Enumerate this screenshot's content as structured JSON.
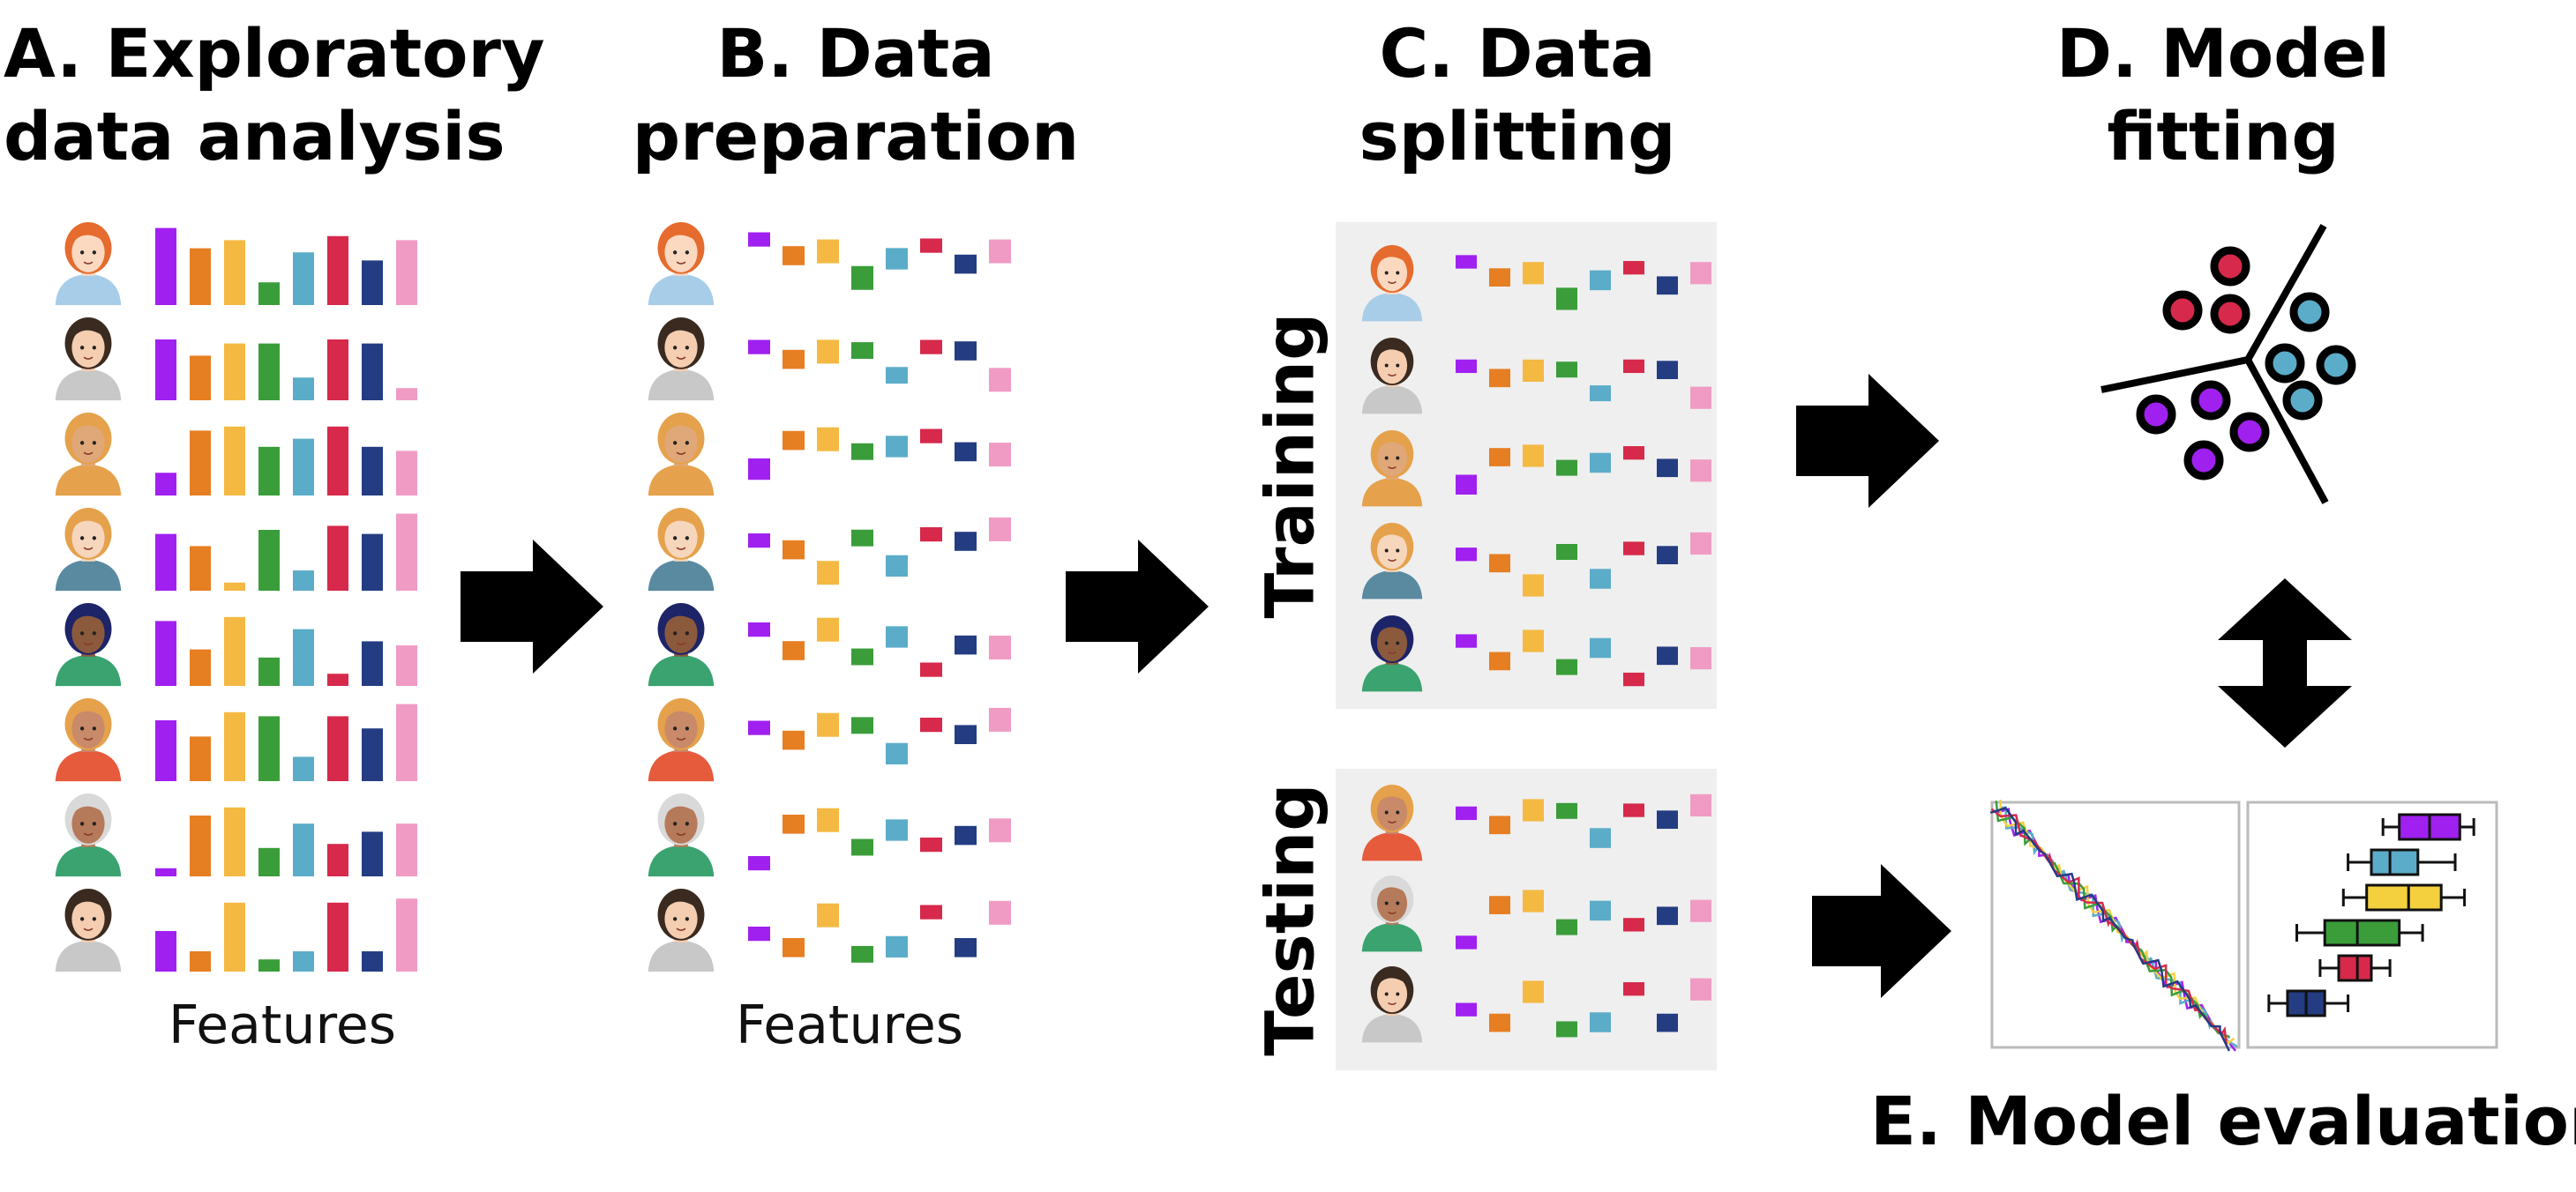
{
  "sections": {
    "a": {
      "line1": "A. Exploratory",
      "line2": "data analysis"
    },
    "b": {
      "line1": "B. Data",
      "line2": "preparation"
    },
    "c": {
      "line1": "C. Data",
      "line2": "splitting"
    },
    "d": {
      "line1": "D. Model",
      "line2": "fitting"
    },
    "e": {
      "label": "E. Model evaluation"
    }
  },
  "features_label": "Features",
  "split_labels": {
    "training": "Training",
    "testing": "Testing"
  },
  "colors": {
    "features": [
      "#a020f0",
      "#e67e22",
      "#f4b942",
      "#3a9d3a",
      "#5bacc8",
      "#d6294b",
      "#243c82",
      "#f09bc4"
    ],
    "panel_bg": "#efefef",
    "arrow": "#000000",
    "cluster_red": "#d6294b",
    "cluster_blue": "#5bacc8",
    "cluster_purple": "#a020f0"
  },
  "people": [
    {
      "name": "red-hair-girl",
      "hair": "#e56b2e",
      "skin": "#fbd9c0",
      "shirt": "#a8cde8"
    },
    {
      "name": "dark-curly-man",
      "hair": "#3a2a20",
      "skin": "#f5cdb0",
      "shirt": "#c8c8c8"
    },
    {
      "name": "turban-man",
      "hair": "#e5a14b",
      "skin": "#e0a878",
      "shirt": "#e5a14b"
    },
    {
      "name": "hijab-woman",
      "hair": "#e5a14b",
      "skin": "#f6d6bc",
      "shirt": "#5a8aa0"
    },
    {
      "name": "bun-girl",
      "hair": "#1d2468",
      "skin": "#8b5a3c",
      "shirt": "#3aa370"
    },
    {
      "name": "curly-woman",
      "hair": "#e5a14b",
      "skin": "#c98a6a",
      "shirt": "#e55b3c"
    },
    {
      "name": "bearded-man",
      "hair": "#d9d9d9",
      "skin": "#b57a5a",
      "shirt": "#3aa370"
    },
    {
      "name": "young-man",
      "hair": "#3a2a20",
      "skin": "#f5cdb0",
      "shirt": "#c8c8c8"
    }
  ],
  "eda_feature_values": [
    [
      0.95,
      0.7,
      0.8,
      0.28,
      0.65,
      0.85,
      0.55,
      0.8
    ],
    [
      0.75,
      0.55,
      0.7,
      0.7,
      0.28,
      0.75,
      0.7,
      0.15
    ],
    [
      0.28,
      0.8,
      0.85,
      0.6,
      0.7,
      0.85,
      0.6,
      0.55
    ],
    [
      0.7,
      0.55,
      0.1,
      0.75,
      0.25,
      0.8,
      0.7,
      0.95
    ],
    [
      0.8,
      0.45,
      0.85,
      0.35,
      0.7,
      0.15,
      0.55,
      0.5
    ],
    [
      0.75,
      0.55,
      0.85,
      0.8,
      0.3,
      0.8,
      0.65,
      0.95
    ],
    [
      0.1,
      0.75,
      0.85,
      0.35,
      0.65,
      0.4,
      0.55,
      0.65
    ],
    [
      0.5,
      0.25,
      0.85,
      0.15,
      0.25,
      0.85,
      0.25,
      0.9
    ]
  ],
  "training_indices": [
    0,
    1,
    2,
    3,
    4
  ],
  "testing_indices": [
    5,
    6,
    7
  ],
  "evaluation": {
    "boxplot": [
      {
        "q1": 0.62,
        "q3": 0.88,
        "lo": 0.55,
        "hi": 0.94,
        "med": 0.75
      },
      {
        "q1": 0.5,
        "q3": 0.7,
        "lo": 0.4,
        "hi": 0.86,
        "med": 0.58
      },
      {
        "q1": 0.48,
        "q3": 0.8,
        "lo": 0.38,
        "hi": 0.9,
        "med": 0.66
      },
      {
        "q1": 0.3,
        "q3": 0.62,
        "lo": 0.18,
        "hi": 0.72,
        "med": 0.44
      },
      {
        "q1": 0.36,
        "q3": 0.5,
        "lo": 0.28,
        "hi": 0.58,
        "med": 0.44
      },
      {
        "q1": 0.14,
        "q3": 0.3,
        "lo": 0.06,
        "hi": 0.4,
        "med": 0.22
      }
    ],
    "boxplot_colors": [
      "#a020f0",
      "#5bacc8",
      "#f4d03f",
      "#3a9d3a",
      "#d6294b",
      "#243c82"
    ],
    "line_colors": [
      "#a020f0",
      "#5bacc8",
      "#f4d03f",
      "#3a9d3a",
      "#d6294b",
      "#243c82"
    ]
  }
}
